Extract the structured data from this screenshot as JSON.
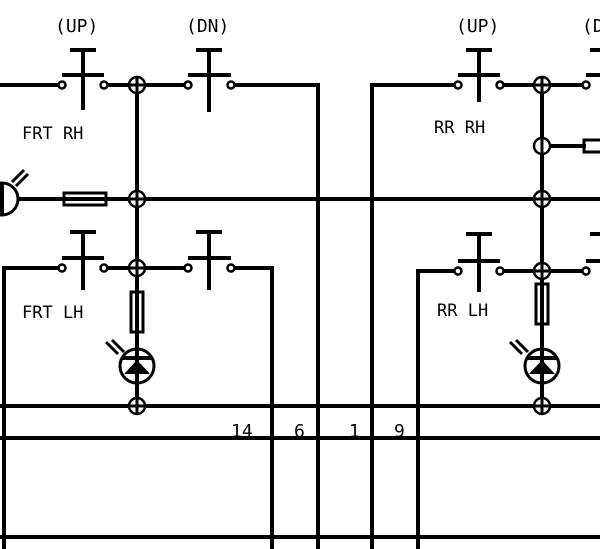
{
  "labels": {
    "up_left": "(UP)",
    "dn_left": "(DN)",
    "up_right": "(UP)",
    "dn_right": "(DN)",
    "frt_rh": "FRT RH",
    "frt_lh": "FRT LH",
    "rr_rh": "RR RH",
    "rr_lh": "RR LH",
    "wire_14": "14",
    "wire_6": "6",
    "wire_1": "1",
    "wire_9": "9"
  }
}
